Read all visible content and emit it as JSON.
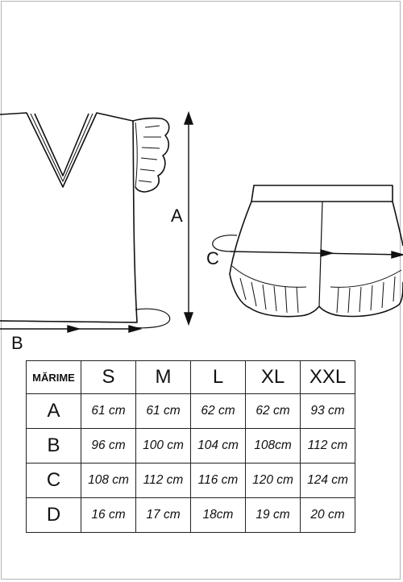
{
  "diagram": {
    "label_a": "A",
    "label_b": "B",
    "label_c": "C"
  },
  "table": {
    "corner": "MĂRIME",
    "sizes": [
      "S",
      "M",
      "L",
      "XL",
      "XXL"
    ],
    "rows": [
      {
        "label": "A",
        "values": [
          "61 cm",
          "61 cm",
          "62 cm",
          "62 cm",
          "93 cm"
        ]
      },
      {
        "label": "B",
        "values": [
          "96 cm",
          "100 cm",
          "104 cm",
          "108cm",
          "112 cm"
        ]
      },
      {
        "label": "C",
        "values": [
          "108 cm",
          "112 cm",
          "116 cm",
          "120 cm",
          "124 cm"
        ]
      },
      {
        "label": "D",
        "values": [
          "16 cm",
          "17 cm",
          "18cm",
          "19 cm",
          "20 cm"
        ]
      }
    ]
  }
}
